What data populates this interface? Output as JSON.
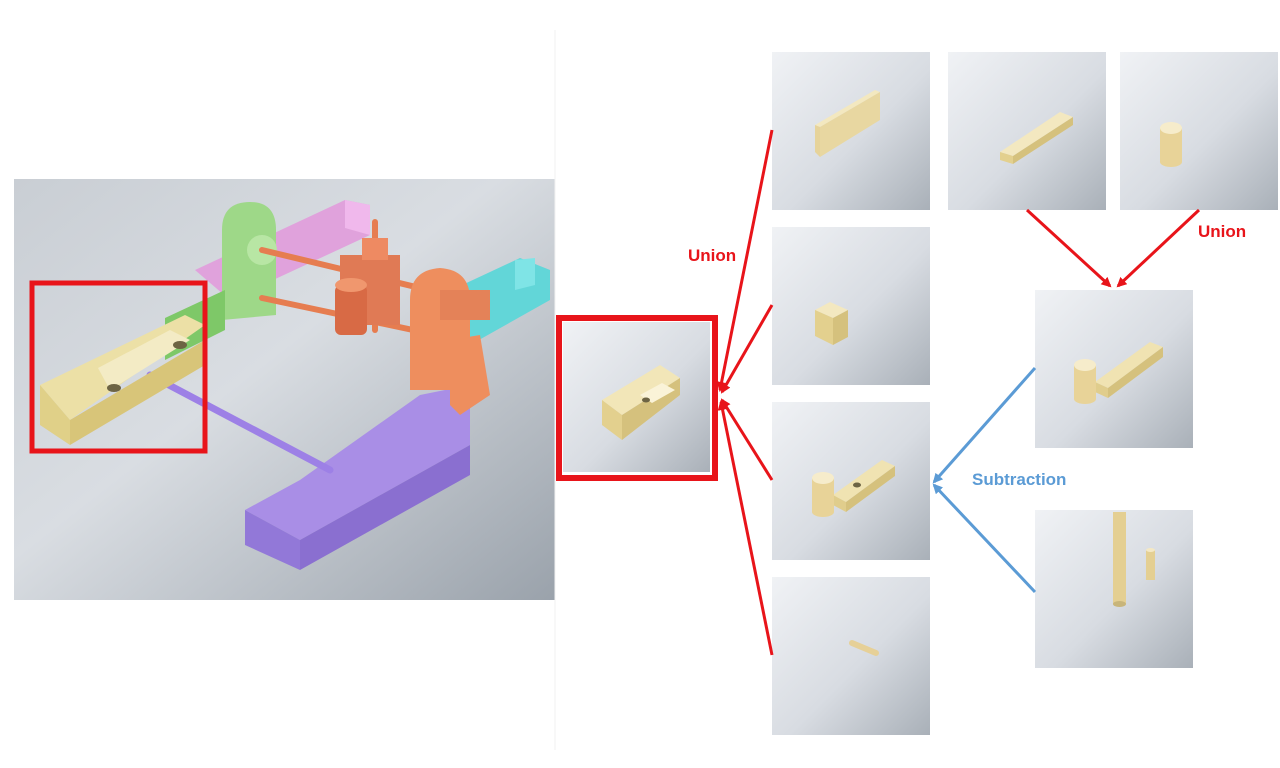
{
  "figure": {
    "labels": {
      "union_left": "Union",
      "union_right": "Union",
      "subtraction": "Subtraction"
    },
    "colors": {
      "union_arrow": "#e8141a",
      "subtraction_arrow": "#5b9bd5",
      "highlight_box": "#e8141a",
      "wood": "#e8cf94",
      "backdrop": "#c8cdd3"
    },
    "assembly_parts": [
      {
        "name": "base-rail-left",
        "color": "#ece0a6"
      },
      {
        "name": "front-rail-violet",
        "color": "#a98ee6"
      },
      {
        "name": "back-rail-pink",
        "color": "#e0a2dc"
      },
      {
        "name": "green-bracket",
        "color": "#9ed888"
      },
      {
        "name": "orange-mechanism",
        "color": "#e07a55"
      },
      {
        "name": "cyan-rail",
        "color": "#62d6d8"
      }
    ]
  }
}
